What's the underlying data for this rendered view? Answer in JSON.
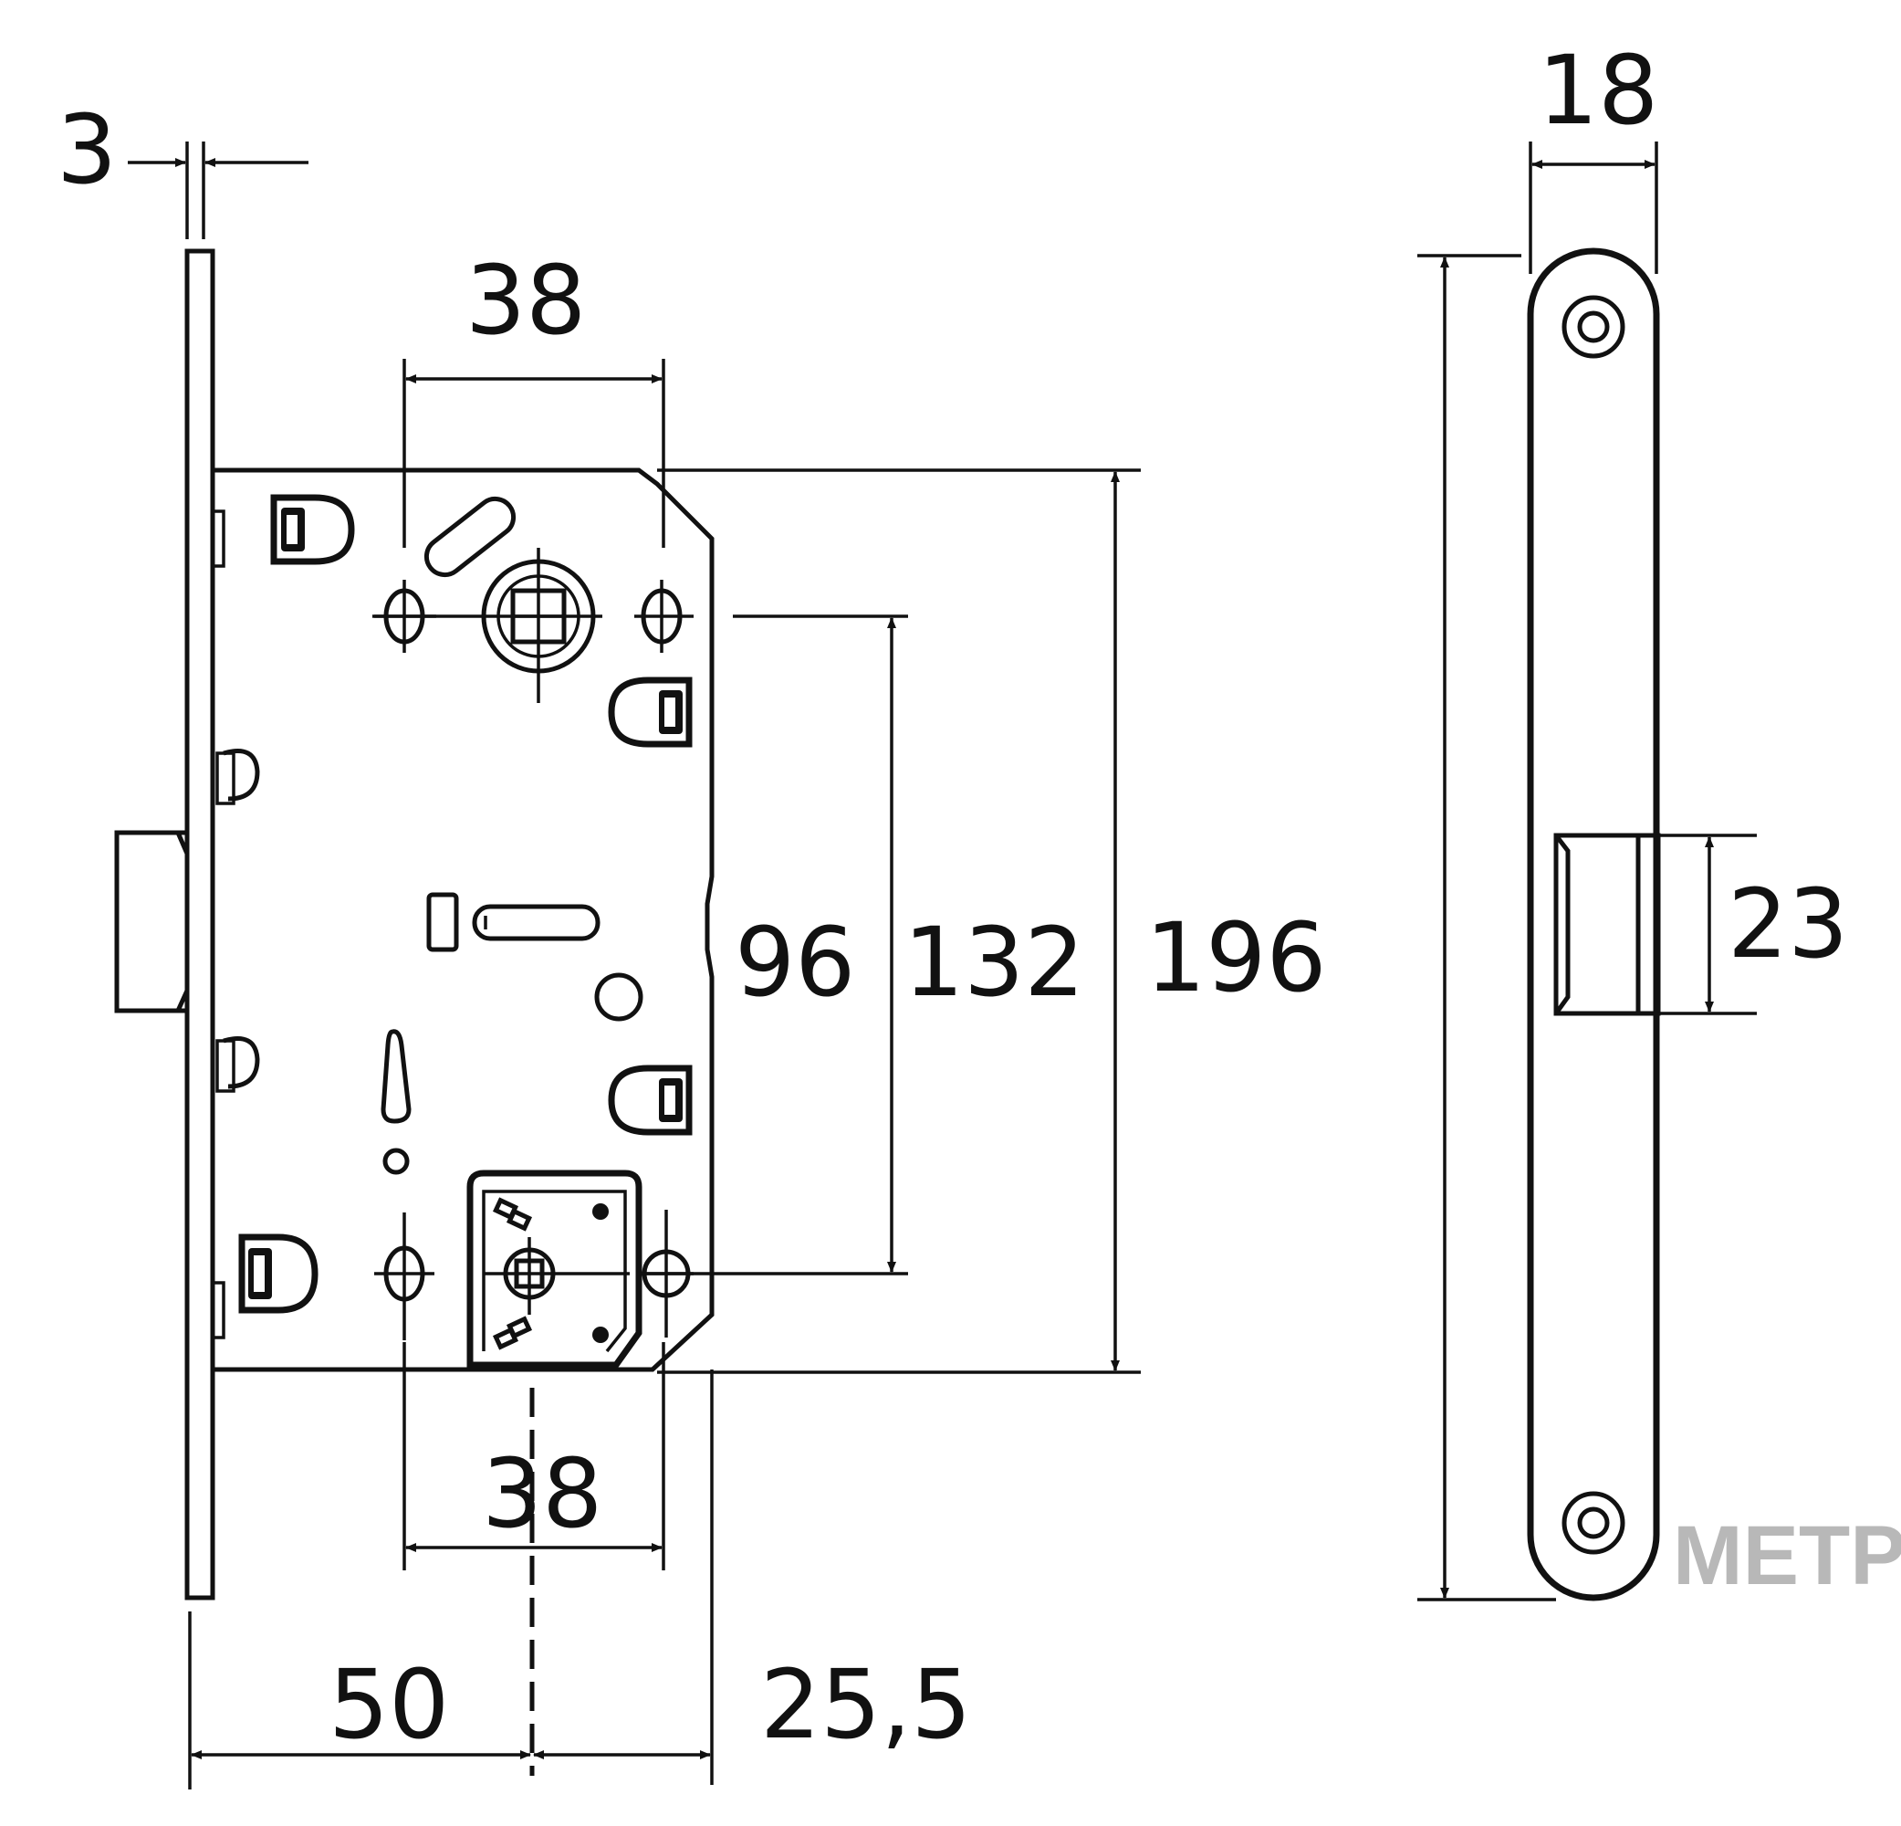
{
  "dimensions": {
    "faceplate_thickness": "3",
    "follower_spacing_top": "38",
    "follower_spacing_bottom": "38",
    "distance_96": "96",
    "distance_132": "132",
    "body_height": "196",
    "backset": "50",
    "body_depth_from_axis": "25,5",
    "faceplate_width": "18",
    "latch_height": "23"
  },
  "brand": {
    "watermark": "МЕТР"
  },
  "colors": {
    "line": "#111111",
    "watermark": "#b8b8b8",
    "background": "#ffffff"
  }
}
